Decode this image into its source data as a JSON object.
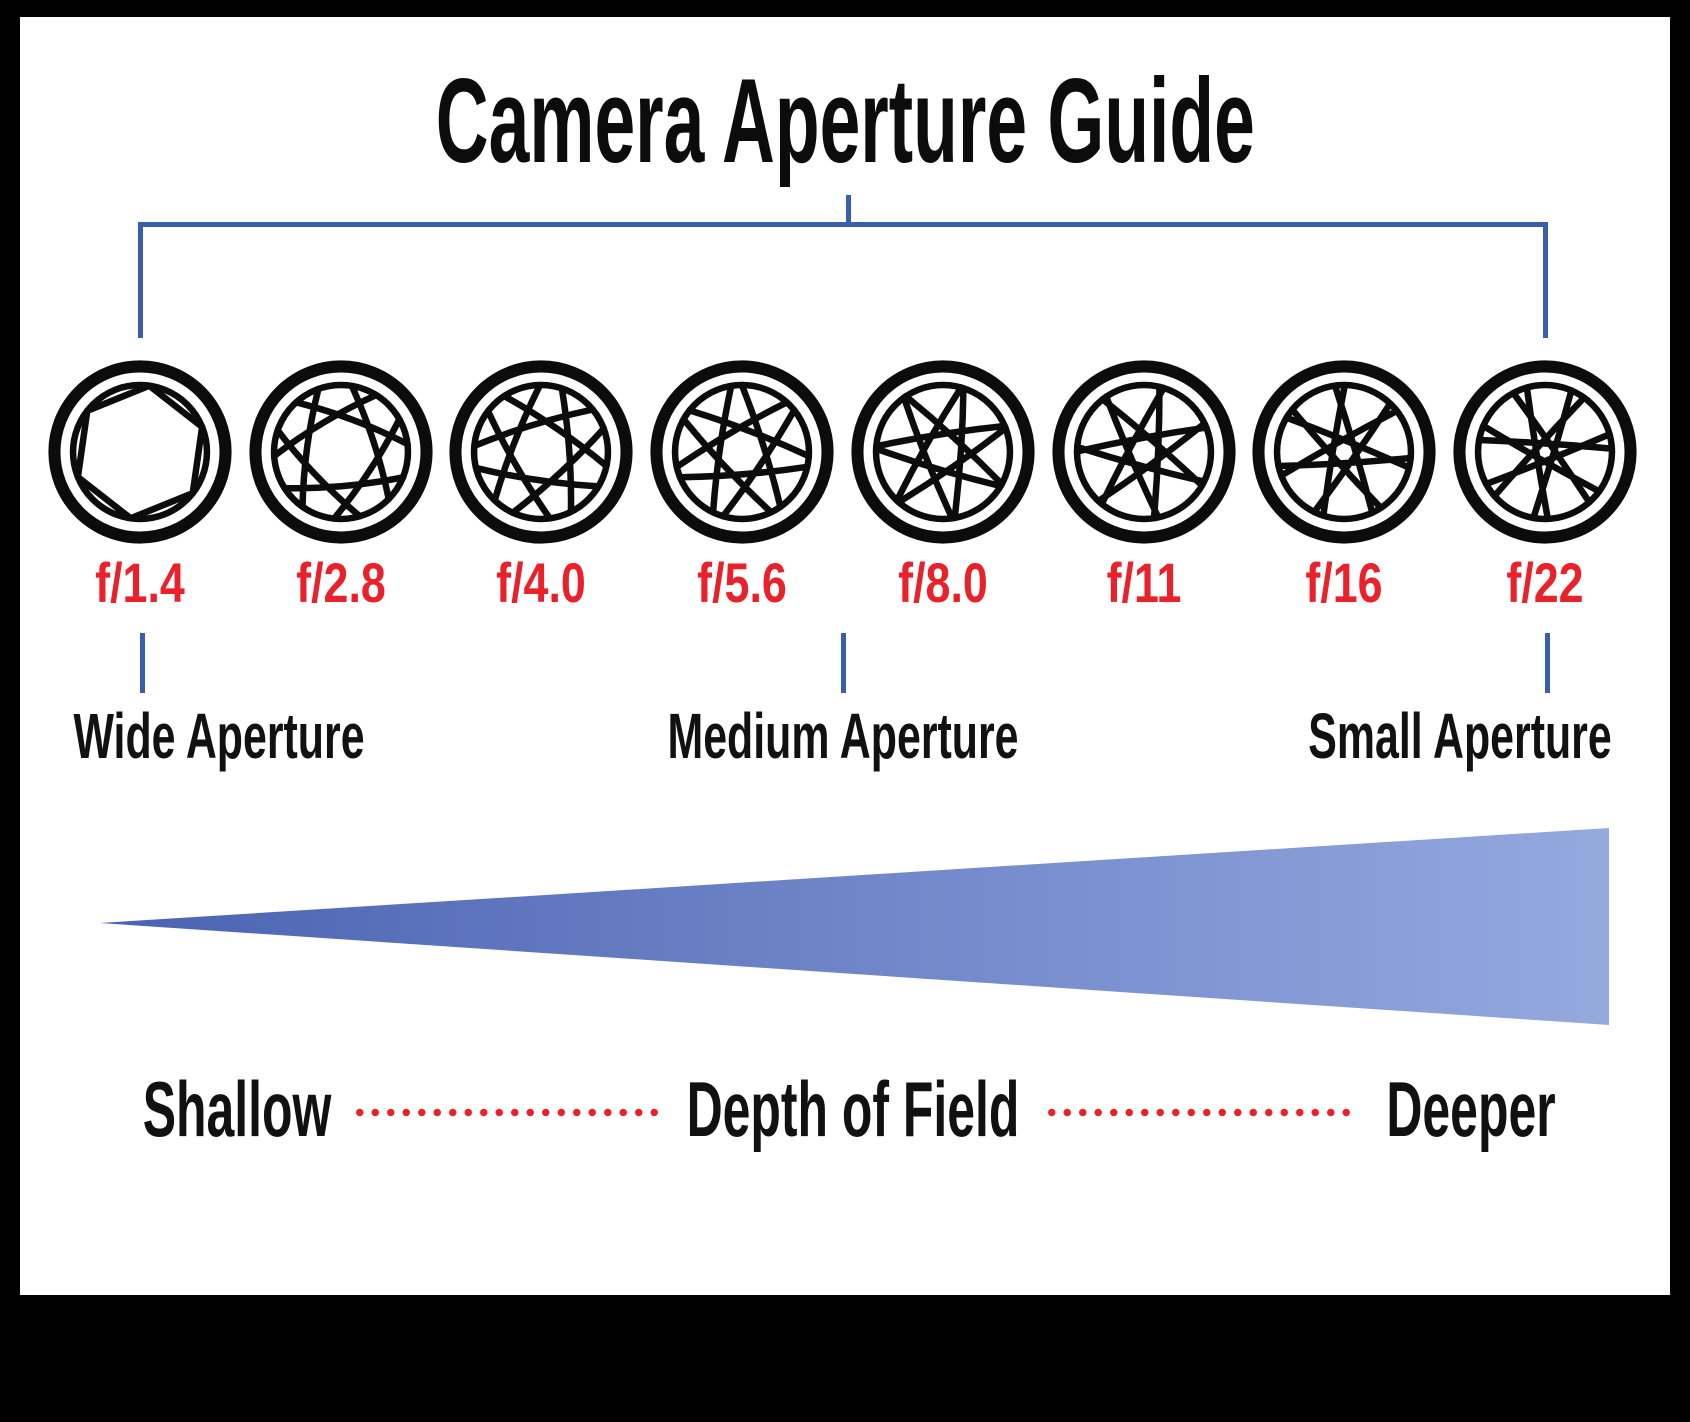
{
  "title": "Camera Aperture Guide",
  "apertures": [
    {
      "label": "f/1.4",
      "blades": 6,
      "open": 0.866,
      "rot": 38,
      "curve": 1.0
    },
    {
      "label": "f/2.8",
      "blades": 7,
      "open": 0.46,
      "rot": 96,
      "curve": 1.22
    },
    {
      "label": "f/4.0",
      "blades": 7,
      "open": 0.38,
      "rot": 12,
      "curve": 1.22
    },
    {
      "label": "f/5.6",
      "blades": 7,
      "open": 0.3,
      "rot": 55,
      "curve": 1.22
    },
    {
      "label": "f/8.0",
      "blades": 7,
      "open": 0.24,
      "rot": 80,
      "curve": 1.22
    },
    {
      "label": "f/11",
      "blades": 7,
      "open": 0.19,
      "rot": 30,
      "curve": 1.22
    },
    {
      "label": "f/16",
      "blades": 7,
      "open": 0.15,
      "rot": 65,
      "curve": 1.22
    },
    {
      "label": "f/22",
      "blades": 7,
      "open": 0.115,
      "rot": 100,
      "curve": 1.22
    }
  ],
  "sections": [
    {
      "label": "Wide Aperture"
    },
    {
      "label": "Medium Aperture"
    },
    {
      "label": "Small Aperture"
    }
  ],
  "dof": {
    "left": "Shallow",
    "center": "Depth of Field",
    "right": "Deeper"
  },
  "colors": {
    "line_blue": "#3a5eae",
    "accent_red": "#e8212b",
    "triangle_start": "#4a62b2",
    "triangle_end": "#95a9df",
    "ink": "#0c0c0c",
    "card_bg": "#ffffff",
    "page_bg": "#000000"
  }
}
